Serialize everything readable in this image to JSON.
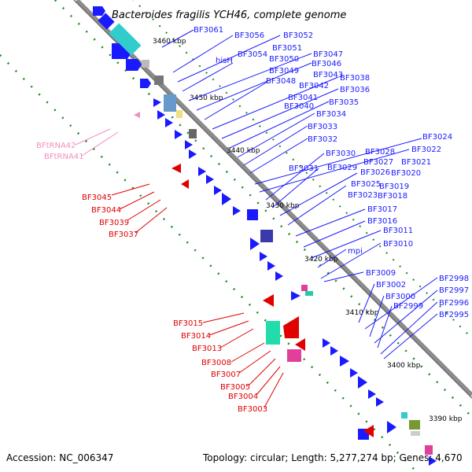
{
  "title": "Bacteroides fragilis YCH46, complete genome",
  "footer": {
    "accession": "Accession: NC_006347",
    "summary": "Topology: circular; Length: 5,277,274 bp; Genes: 4,670"
  },
  "colors": {
    "backbone": "#8c8c8c",
    "forward": "#1a1aff",
    "reverse": "#e00000",
    "trna": "#f08fc0",
    "tick": "#1a8c1a"
  },
  "kbp_ticks": [
    {
      "id": "3460",
      "text": "3460 kbp"
    },
    {
      "id": "3450",
      "text": "3450 kbp"
    },
    {
      "id": "3440",
      "text": "3440 kbp"
    },
    {
      "id": "3430",
      "text": "3430 kbp"
    },
    {
      "id": "3420",
      "text": "3420 kbp"
    },
    {
      "id": "3410",
      "text": "3410 kbp"
    },
    {
      "id": "3400",
      "text": "3400 kbp"
    },
    {
      "id": "3390",
      "text": "3390 kbp"
    }
  ],
  "genes_forward": [
    "BF3061",
    "BF3056",
    "BF3052",
    "BF3051",
    "hisH",
    "BF3054",
    "BF3047",
    "BF3050",
    "BF3046",
    "BF3049",
    "BF3043",
    "BF3048",
    "BF3038",
    "BF3042",
    "BF3036",
    "BF3041",
    "BF3035",
    "BF3040",
    "BF3034",
    "BF3033",
    "BF3032",
    "BF3024",
    "BF3022",
    "BF3030",
    "BF3028",
    "BF3027",
    "BF3021",
    "BF3031",
    "BF3029",
    "BF3026",
    "BF3020",
    "BF3025",
    "BF3019",
    "BF3023",
    "BF3018",
    "BF3017",
    "BF3016",
    "BF3011",
    "mpi",
    "BF3010",
    "BF3009",
    "BF3002",
    "BF2998",
    "BF3000",
    "BF2997",
    "BF2999",
    "BF2996",
    "BF2995"
  ],
  "genes_reverse": [
    "BF3045",
    "BF3044",
    "BF3039",
    "BF3037",
    "BF3015",
    "BF3014",
    "BF3013",
    "BF3008",
    "BF3007",
    "BF3005",
    "BF3004",
    "BF3003"
  ],
  "genes_trna": [
    "BFtRNA42",
    "BFtRNA41"
  ]
}
